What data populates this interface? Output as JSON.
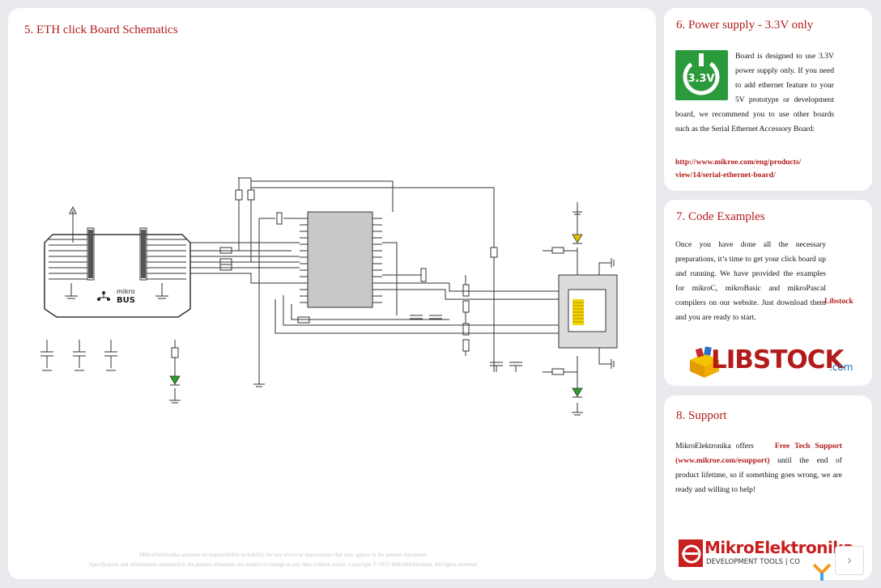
{
  "schematic": {
    "title": "5. ETH click Board Schematics",
    "bus_label_top": "mikro",
    "bus_label_bottom": "BUS",
    "disclaimer_line1": "MikroElektronika assumes no responsibility or liability for any errors or inaccuracies that may appear in the present document.",
    "disclaimer_line2": "Specification and information contained in the present schematic are subject to change at any time without notice. Copyright © 2013 MikroElektronika. All rights reserved."
  },
  "power": {
    "heading": "6. Power supply - 3.3V only",
    "badge_text": "3.3V",
    "text": "Board is designed to use 3.3V power supply only. If you need to add ethernet feature to your 5V prototype or development board, we recommend you to use other boards such as the Serial Ethernet Accessory Board:",
    "link_line1": "http://www.mikroe.com/eng/products/",
    "link_line2": "view/14/serial-ethernet-board/"
  },
  "code": {
    "heading": "7. Code Examples",
    "text_before": "Once you have done all the necessary preparations, it’s time to get your click board up and running. We have provided the examples for mikroC, mikroBasic and mikroPascal compilers on our",
    "libstock_word": "Libstock",
    "text_after": "website. Just download them and you are ready to start.",
    "logo_text": "LIBSTOCK",
    "logo_suffix": ".com"
  },
  "support": {
    "heading": "8. Support",
    "text_start": "MikroElektronika offers",
    "free_support": "Free Tech Support",
    "support_url": "(www.mikroe.com/esupport)",
    "text_end": "until the end of product lifetime, so if something goes wrong, we are ready and willing to help!",
    "logo_text": "MikroElektronika",
    "logo_sub": "DEVELOPMENT TOOLS | CO",
    "next_label": "›"
  },
  "colors": {
    "accent": "#b31b1b",
    "led_green": "#2aa02a",
    "led_yellow": "#e0c000",
    "rj45_yellow": "#f2d400",
    "badge_green": "#2a9a3a"
  }
}
